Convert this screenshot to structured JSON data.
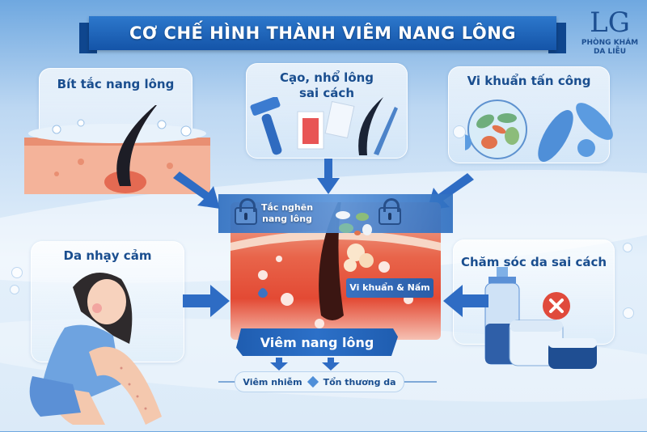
{
  "header": {
    "title": "CƠ CHẾ HÌNH THÀNH VIÊM NANG LÔNG"
  },
  "logo": {
    "mark": "LG",
    "line1": "PHÒNG KHÁM",
    "line2": "DA LIỄU"
  },
  "causes": [
    {
      "id": "clogged",
      "label": "Bít tắc nang lông",
      "icon": "hair-follicle-clogged-icon"
    },
    {
      "id": "shaving",
      "label_line1": "Cạo, nhổ lông",
      "label_line2": "sai cách",
      "icon": "razor-wax-tweezers-icon"
    },
    {
      "id": "bacteria",
      "label": "Vi khuẩn tấn công",
      "icon": "bacteria-icon"
    },
    {
      "id": "sensitive",
      "label": "Da nhạy cảm",
      "icon": "sensitive-skin-woman-icon"
    },
    {
      "id": "skincare",
      "label": "Chăm sóc da sai cách",
      "icon": "skincare-products-icon"
    }
  ],
  "center": {
    "blocked_line1": "Tắc nghẽn",
    "blocked_line2": "nang lông",
    "microbes": "Vi khuẩn & Nấm",
    "result": "Viêm nang lông"
  },
  "outcomes": [
    {
      "label": "Viêm nhiễm"
    },
    {
      "label": "Tổn thương da"
    }
  ],
  "colors": {
    "primary_blue": "#1a4e8f",
    "banner_blue": "#1454a8",
    "inflamed_red": "#e34a34",
    "background": "#dbeaf8"
  }
}
